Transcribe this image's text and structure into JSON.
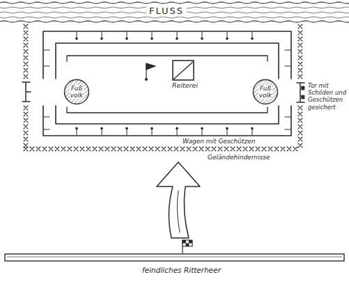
{
  "diagram": {
    "nodes": [
      {
        "text": [
          "FLUSS"
        ]
      },
      {
        "text": [
          "Fuß volk"
        ]
      },
      {
        "text": [
          "Reiterei"
        ]
      },
      {
        "text": [
          "Fuß volk"
        ]
      },
      {
        "text": [
          "feindliches Ritterheer"
        ]
      }
    ],
    "labels": [
      "Tor mit Schilden und Geschützen gesichert",
      "Wagen mit Geschützen",
      "Geländehindernisse"
    ]
  }
}
